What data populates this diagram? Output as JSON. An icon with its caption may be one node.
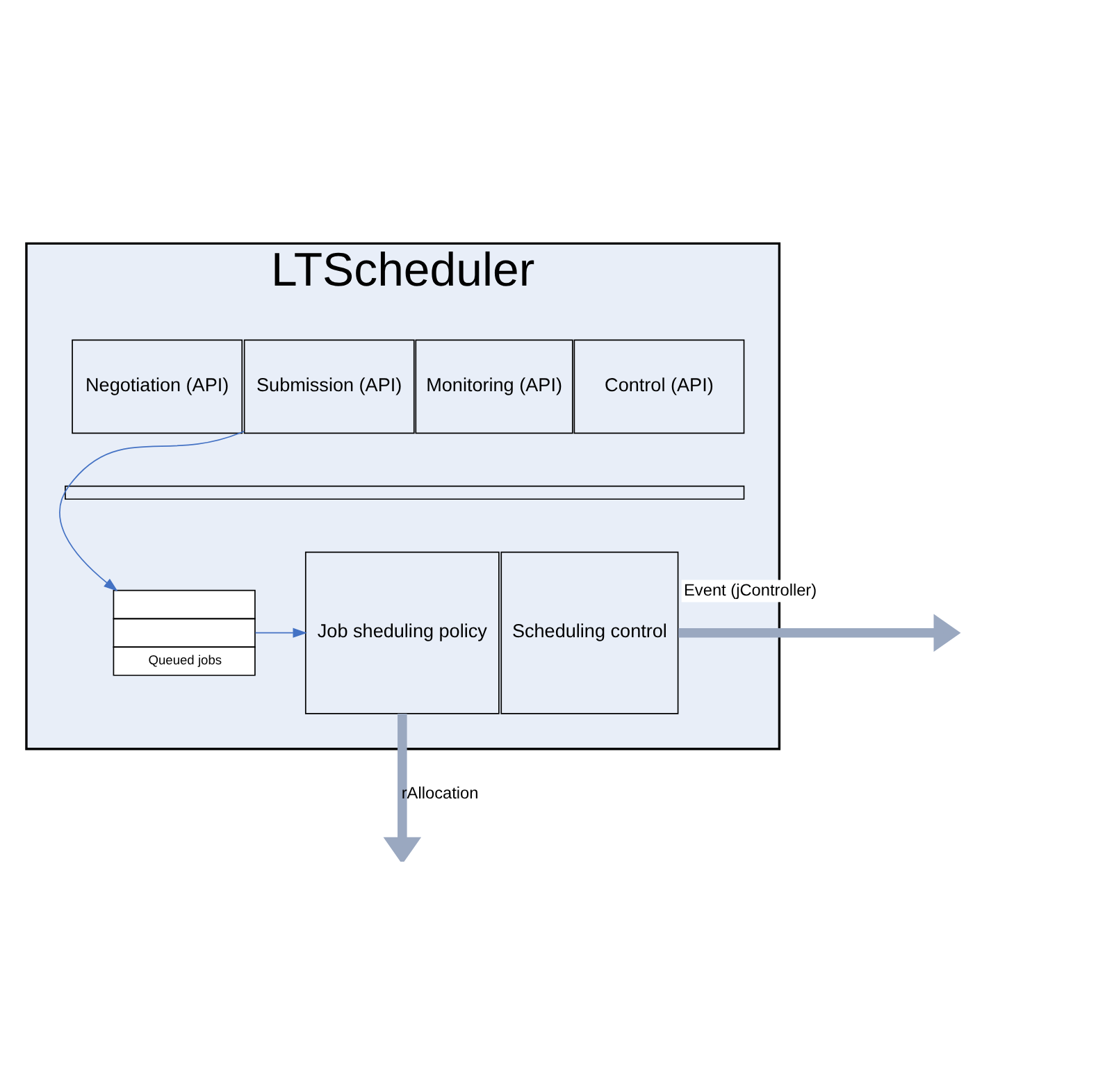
{
  "diagram": {
    "nodes": [
      {
        "text": [
          "LTScheduler"
        ]
      },
      {
        "text": [
          "Negotiation (API)"
        ],
        "in": 0
      },
      {
        "text": [
          "Submission (API)"
        ],
        "in": 0
      },
      {
        "text": [
          "Monitoring (API)"
        ],
        "in": 0
      },
      {
        "text": [
          "Control (API)"
        ],
        "in": 0
      },
      {
        "text": [],
        "shape": "bar",
        "in": 0
      },
      {
        "text": [
          "Queued jobs"
        ],
        "in": 0
      },
      {
        "text": [
          "Job sheduling policy"
        ],
        "in": 0
      },
      {
        "text": [
          "Scheduling control"
        ],
        "in": 0
      }
    ],
    "edges": [
      {
        "from": 2,
        "to": 6,
        "arrow": "to",
        "color": "#4472c4"
      },
      {
        "from": 6,
        "to": 7,
        "arrow": "to",
        "color": "#4472c4"
      },
      {
        "from": 7,
        "to": null,
        "arrow": "to",
        "label": "rAllocation",
        "style": "thick"
      },
      {
        "from": 8,
        "to": null,
        "arrow": "to",
        "label": "Event (jController)",
        "style": "thick"
      }
    ]
  }
}
